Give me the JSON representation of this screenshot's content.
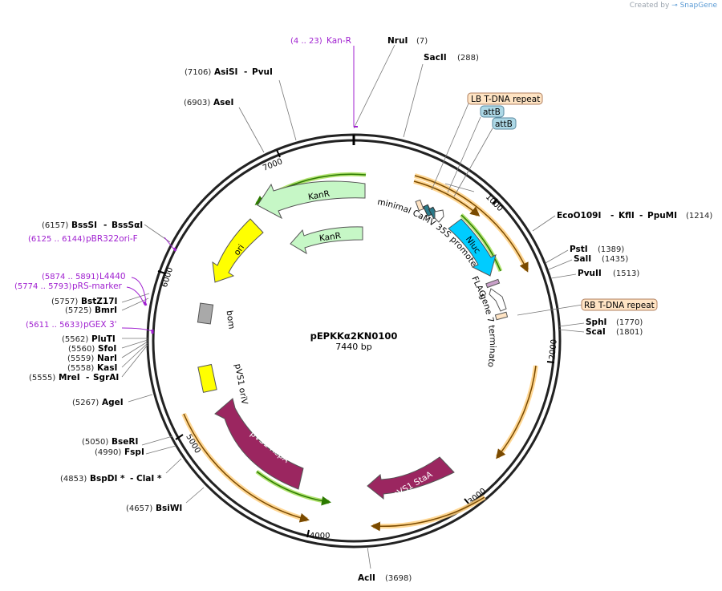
{
  "credit": {
    "prefix": "Created by",
    "brand": "SnapGene"
  },
  "plasmid": {
    "name": "pEPKKα2KN0100",
    "length": "7440 bp"
  },
  "ticks": [
    "1000",
    "2000",
    "3000",
    "4000",
    "5000",
    "6000",
    "7000"
  ],
  "sites": {
    "nrui": {
      "name": "NruI",
      "pos": "(7)"
    },
    "sacii": {
      "name": "SacII",
      "pos": "(288)"
    },
    "asisi": {
      "pos": "(7106)",
      "name": "AsiSI",
      "name2": "PvuI"
    },
    "asei": {
      "pos": "(6903)",
      "name": "AseI"
    },
    "eco": {
      "name": "EcoO109I",
      "name2": "KflI",
      "name3": "PpuMI",
      "pos": "(1214)"
    },
    "psti": {
      "name": "PstI",
      "pos": "(1389)"
    },
    "sali": {
      "name": "SalI",
      "pos": "(1435)"
    },
    "pvuii": {
      "name": "PvuII",
      "pos": "(1513)"
    },
    "sphi": {
      "name": "SphI",
      "pos": "(1770)"
    },
    "scai": {
      "name": "ScaI",
      "pos": "(1801)"
    },
    "bsssi": {
      "pos": "(6157)",
      "name": "BssSI",
      "name2": "BssSαI"
    },
    "bstz17i": {
      "pos": "(5757)",
      "name": "BstZ17I"
    },
    "bmri": {
      "pos": "(5725)",
      "name": "BmrI"
    },
    "pluti": {
      "pos": "(5562)",
      "name": "PluTI"
    },
    "sfoi": {
      "pos": "(5560)",
      "name": "SfoI"
    },
    "nari": {
      "pos": "(5559)",
      "name": "NarI"
    },
    "kasi": {
      "pos": "(5558)",
      "name": "KasI"
    },
    "drei": {
      "pos": "(5555)",
      "name": "MreI",
      "name2": "SgrAI"
    },
    "agei": {
      "pos": "(5267)",
      "name": "AgeI"
    },
    "bseri": {
      "pos": "(5050)",
      "name": "BseRI"
    },
    "fspi": {
      "pos": "(4990)",
      "name": "FspI"
    },
    "bspdi": {
      "pos": "(4853)",
      "name": "BspDI *",
      "name2": "ClaI *"
    },
    "bsiwi": {
      "pos": "(4657)",
      "name": "BsiWI"
    },
    "acli": {
      "name": "AclI",
      "pos": "(3698)"
    }
  },
  "primers": {
    "kanr": {
      "pos": "(4 .. 23)",
      "name": "Kan-R"
    },
    "pbr": {
      "pos": "(6125 .. 6144)",
      "name": "pBR322ori-F"
    },
    "l4440": {
      "pos": "(5874 .. 5891)",
      "name": "L4440"
    },
    "prs": {
      "pos": "(5774 .. 5793)",
      "name": "pRS-marker"
    },
    "pgex": {
      "pos": "(5611 .. 5633)",
      "name": "pGEX 3'"
    }
  },
  "boxes": {
    "lb": "LB T-DNA repeat",
    "attb1": "attB",
    "attb2": "attB",
    "rb": "RB T-DNA repeat"
  },
  "features": {
    "kanr_outer": "KanR",
    "kanr_inner": "KanR",
    "ori": "ori",
    "bom": "bom",
    "pvs1_oriv": "pVS1 oriV",
    "pvs1_repa": "pVS1 RepA",
    "pvs1_staa": "pVS1 StaA",
    "nluc": "Nluc",
    "camv": "minimal CaMV 35S promoter",
    "flag": "FLAG",
    "gene7": "gene 7 terminator"
  },
  "colors": {
    "backbone": "#222222",
    "primer": "#a020d0",
    "kanr": "#c6f7c6",
    "ori": "#ffff00",
    "bom": "#a9a9a9",
    "pvs1": "#9b2660",
    "nluc": "#00ccff",
    "orange_arc": "#ffcc66",
    "green_arc": "#88dd44",
    "box_orange": "#ffe4c4",
    "box_blue": "#add8e6"
  }
}
